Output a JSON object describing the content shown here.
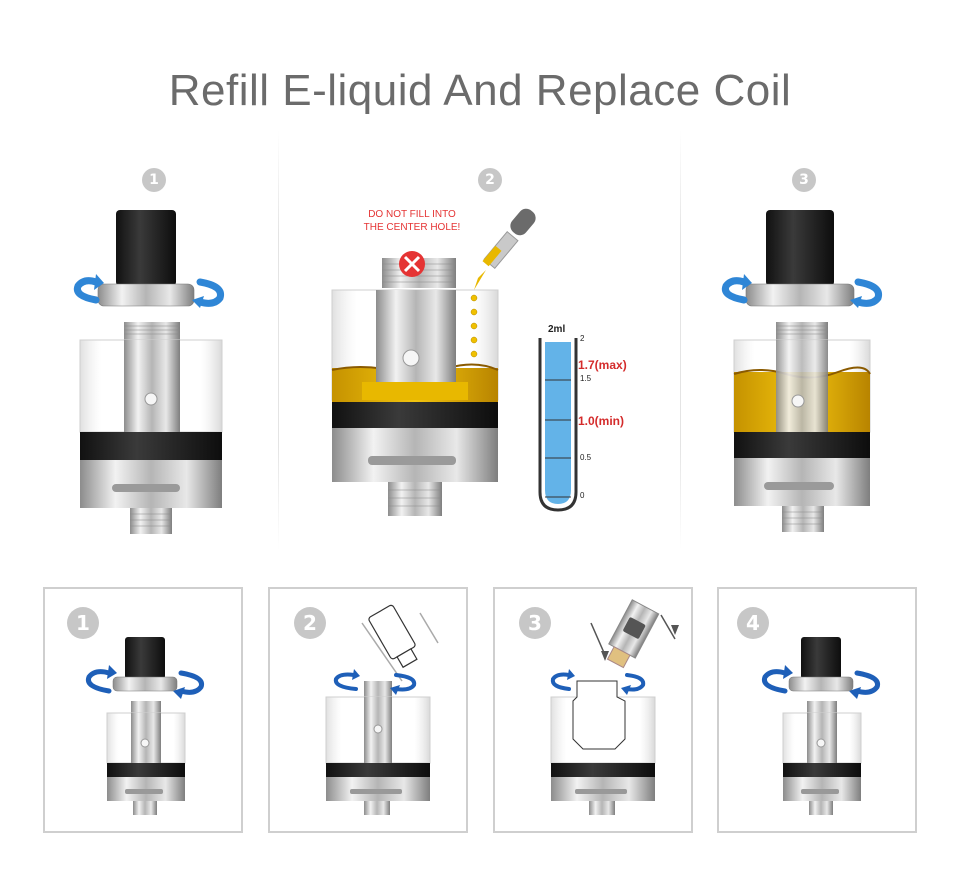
{
  "title": "Refill E-liquid And Replace Coil",
  "warning": {
    "line1": "DO NOT FILL INTO",
    "line2": "THE CENTER HOLE!"
  },
  "top_steps": [
    "1",
    "2",
    "3"
  ],
  "bottom_steps": [
    "1",
    "2",
    "3",
    "4"
  ],
  "tube": {
    "capacity_label": "2ml",
    "ticks": [
      "2",
      "1.5",
      "0.5",
      "0"
    ],
    "max_label": "1.7(max)",
    "min_label": "1.0(min)"
  },
  "colors": {
    "liquid": "#e8b800",
    "arrow_top": "#2f86d6",
    "arrow_bottom": "#1e5fb8",
    "warning": "#e53434",
    "tube_fill": "#63b3e8"
  }
}
